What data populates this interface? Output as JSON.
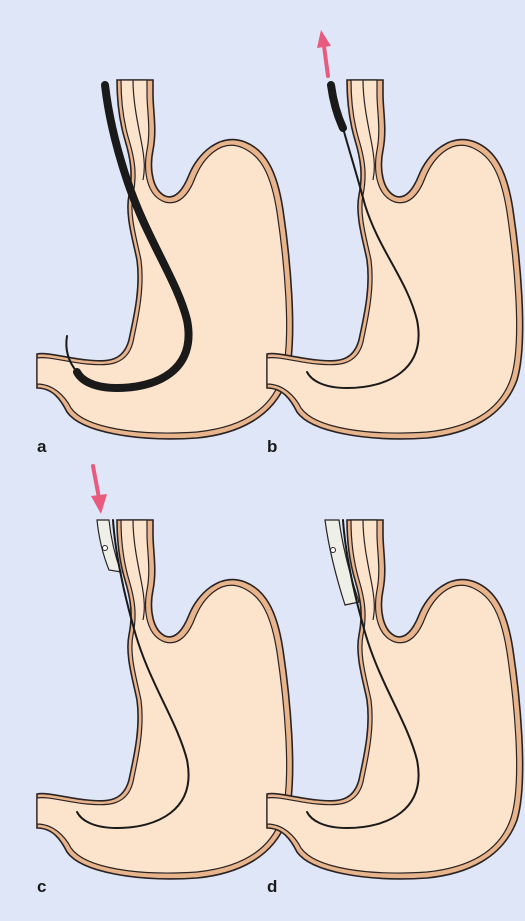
{
  "figure": {
    "panels": [
      {
        "label": "a",
        "step": "endoscope-in-stomach-with-guidewire"
      },
      {
        "label": "b",
        "step": "endoscope-withdrawn-guidewire-left"
      },
      {
        "label": "c",
        "step": "tube-advanced-over-guidewire"
      },
      {
        "label": "d",
        "step": "tube-in-place"
      }
    ],
    "colors": {
      "background": "#dfe6f7",
      "organ_fill": "#fbe3cc",
      "organ_wall": "#e8b48c",
      "outline": "#2a2323",
      "endoscope": "#1a1a1a",
      "arrow": "#e85a7e",
      "tube_fill": "#eef0e8"
    },
    "arrows": [
      {
        "panel": "b",
        "direction": "up"
      },
      {
        "panel": "c",
        "direction": "down"
      }
    ]
  }
}
